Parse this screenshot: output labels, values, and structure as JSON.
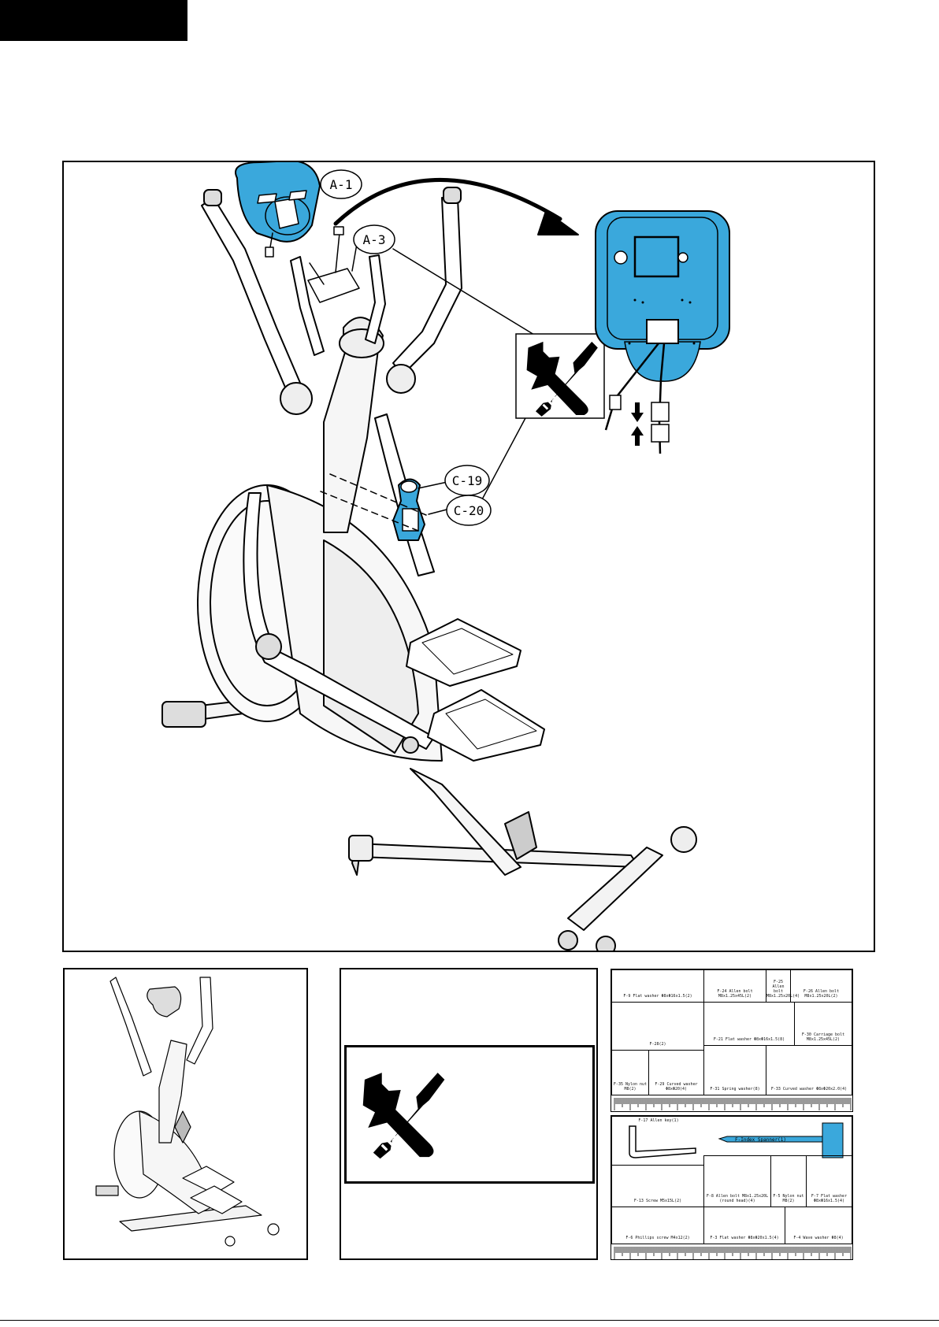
{
  "callouts": {
    "a1": "A-1",
    "a3": "A-3",
    "c19": "C-19",
    "c20": "C-20"
  },
  "colors": {
    "part_highlight": "#3aa8dc",
    "ink": "#000000"
  },
  "icons": [
    "wrench-screwdriver-icon",
    "curved-arrow-icon",
    "down-arrow-icon",
    "up-arrow-icon"
  ],
  "hardware_top": {
    "row1": [
      "F-9 Flat washer Φ8xΦ16x1.5(2)",
      "F-24 Allen bolt M8x1.25x45L(2)",
      "F-25 Allen bolt M8x1.25x20L(4)",
      "F-26 Allen bolt M8x1.25x20L(2)"
    ],
    "row2": [
      "F-28(2)",
      "F-21 Flat washer Φ8xΦ16x1.5(8)",
      "F-30 Carriage bolt M8x1.25x45L(2)"
    ],
    "row3": [
      "F-35 Nylon nut M8(2)",
      "F-29 Curved washer Φ8xΦ20(4)",
      "F-31 Spring washer(8)",
      "F-33 Curved washer Φ8xΦ20x2.0(4)"
    ]
  },
  "hardware_bottom": {
    "row1": [
      "F-17 Allen key(1)",
      "F-Index Spanner(1)"
    ],
    "row2": [
      "F-13 Screw M5x15L(2)",
      "F-8 Allen bolt M8x1.25x20L (round head)(4)",
      "F-5 Nylon nut M8(2)",
      "F-7 Flat washer Φ8xΦ16x1.5(4)"
    ],
    "row3": [
      "F-6 Phillips screw M4x12(2)",
      "F-3 Flat washer Φ8xΦ20x1.5(4)",
      "F-4 Wave washer Φ8(4)"
    ]
  }
}
